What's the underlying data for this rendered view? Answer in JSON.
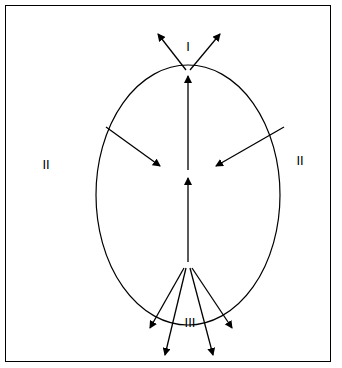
{
  "diagram": {
    "nodes": [
      {
        "text": [
          "I"
        ]
      },
      {
        "text": [
          "II"
        ]
      },
      {
        "text": [
          "II"
        ]
      },
      {
        "text": [
          "III"
        ]
      }
    ]
  }
}
